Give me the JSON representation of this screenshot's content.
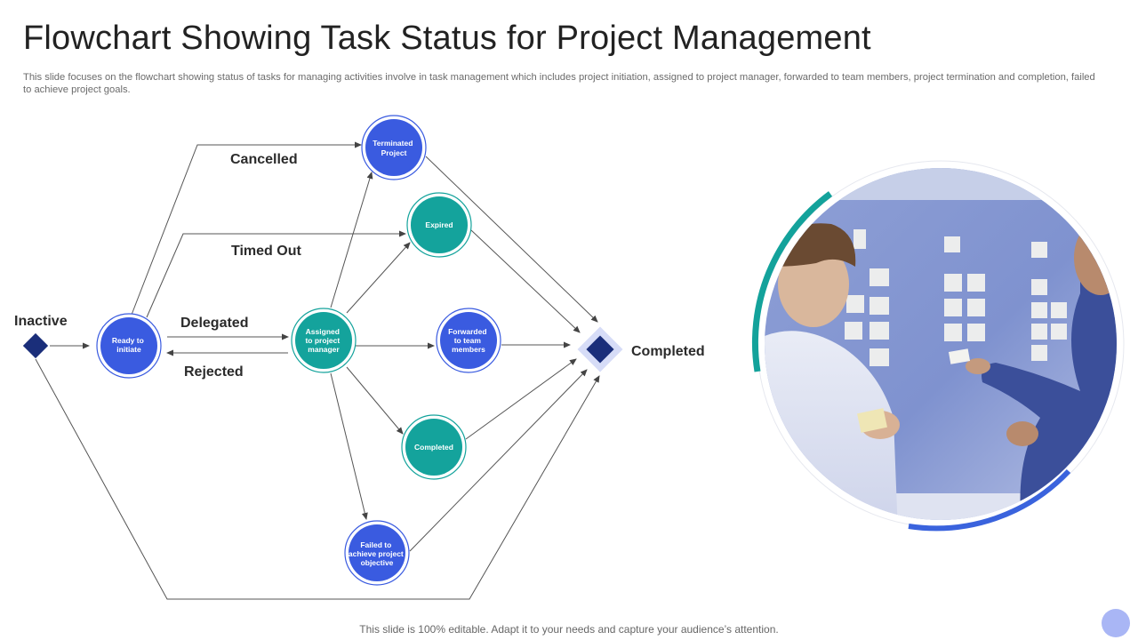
{
  "slide": {
    "title": "Flowchart Showing Task Status for Project Management",
    "description": "This slide focuses on the flowchart showing status of tasks for managing activities involve in task management which includes project initiation, assigned to project manager, forwarded to team members, project termination and completion, failed to achieve project goals.",
    "footer": "This slide is 100% editable. Adapt it to your needs and capture your audience’s attention."
  },
  "colors": {
    "blue": "#3a5be0",
    "teal": "#14a39c",
    "navy": "#1a2e7a",
    "accent_ring": "#d6dcf7",
    "teal_arc": "#13a29b",
    "blue_arc": "#3a63dd"
  },
  "flowchart": {
    "states": {
      "inactive": "Inactive",
      "completed": "Completed"
    },
    "nodes": {
      "ready": [
        "Ready to",
        "initiate"
      ],
      "assigned": [
        "Assigned",
        "to project",
        "manager"
      ],
      "terminated": [
        "Terminated",
        "Project"
      ],
      "expired": [
        "Expired"
      ],
      "forwarded": [
        "Forwarded",
        "to team",
        "members"
      ],
      "completed_task": [
        "Completed"
      ],
      "failed": [
        "Failed to",
        "achieve project",
        "objective"
      ]
    },
    "edge_labels": {
      "cancelled": "Cancelled",
      "timed_out": "Timed Out",
      "delegated": "Delegated",
      "rejected": "Rejected"
    }
  },
  "image": {
    "subject": "team-members-at-sticky-note-board-photo"
  }
}
